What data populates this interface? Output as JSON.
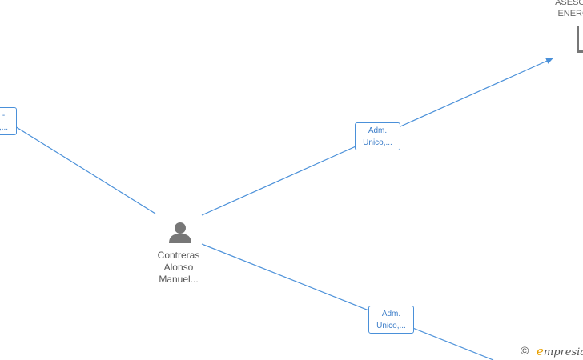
{
  "colors": {
    "edge": "#4a90d9",
    "label_text": "#3a7cc8",
    "node_icon": "#777777",
    "brand_accent": "#e8a000"
  },
  "person": {
    "name_lines": [
      "Contreras",
      "Alonso",
      "Manuel..."
    ],
    "icon": "person-icon"
  },
  "company": {
    "name_lines": [
      "ASESOR",
      "ENERG"
    ],
    "icon": "building-icon"
  },
  "edge_labels": [
    {
      "line1": "Adm.",
      "line2": "Unico,..."
    },
    {
      "line1": "Adm.",
      "line2": "Unico,..."
    },
    {
      "line1": "-",
      "line2": ",..."
    }
  ],
  "footer": {
    "copyright": "©",
    "brand_initial": "e",
    "brand_rest": "mpresia"
  }
}
